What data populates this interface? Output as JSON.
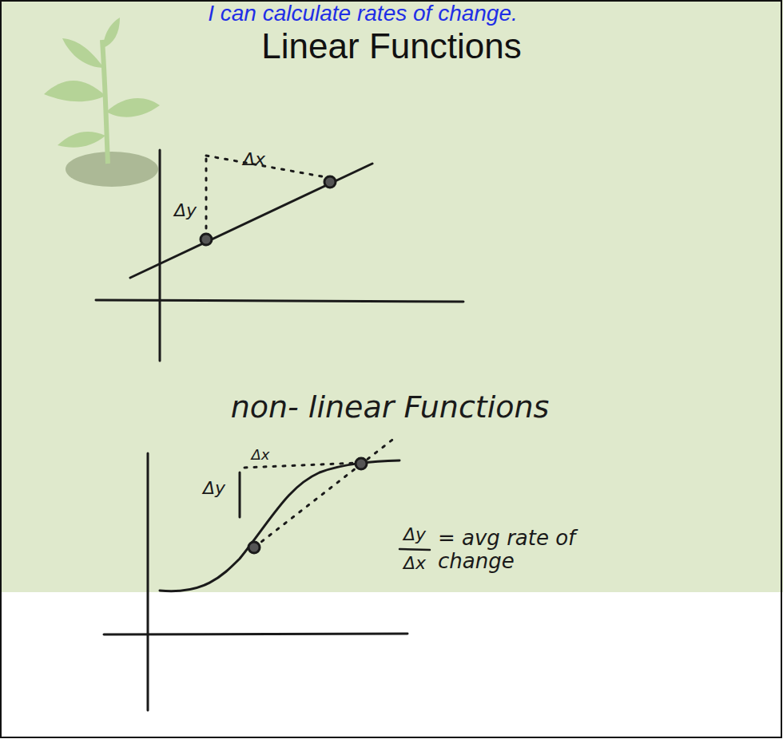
{
  "diagram": {
    "title": "Linear Functions",
    "labels": [
      "I can calculate rates of change.",
      "Δx",
      "Δy",
      "non- linear Functions",
      "Δx",
      "Δy",
      "Δy",
      "Δx",
      "= avg rate of change"
    ]
  }
}
